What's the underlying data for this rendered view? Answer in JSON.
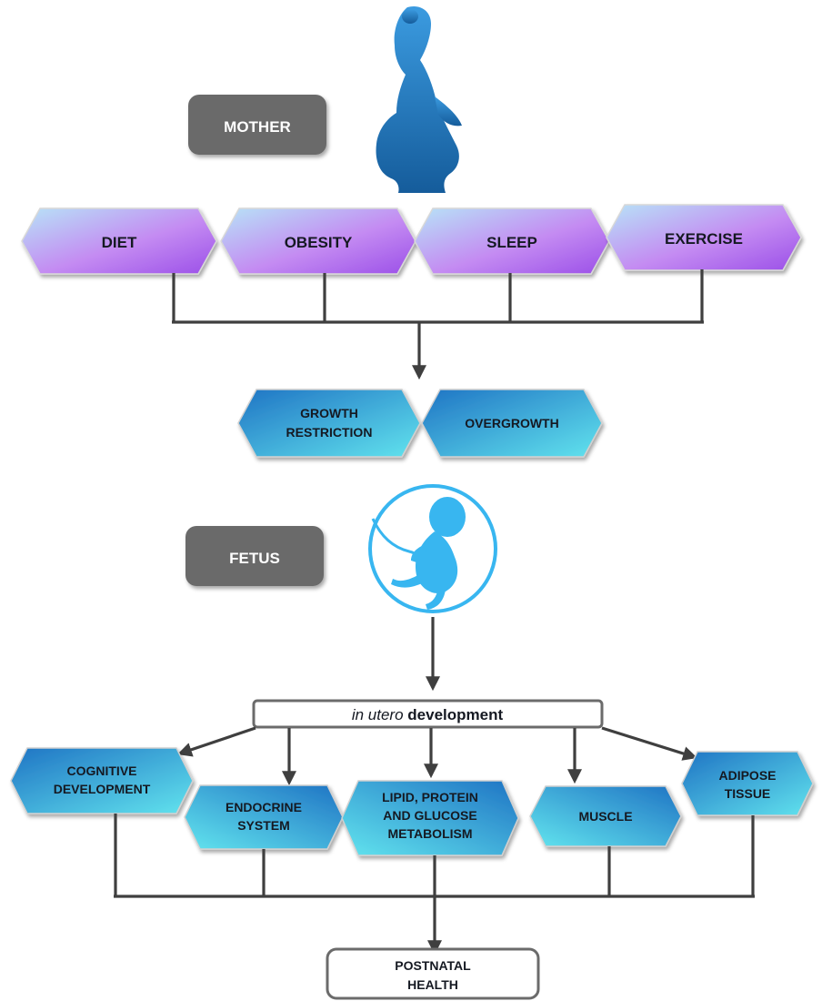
{
  "mother": {
    "label": "MOTHER",
    "icon": "pregnant-woman-icon"
  },
  "maternal_factors": [
    {
      "label": "DIET"
    },
    {
      "label": "OBESITY"
    },
    {
      "label": "SLEEP"
    },
    {
      "label": "EXERCISE"
    }
  ],
  "growth_outcomes": [
    {
      "lines": [
        "GROWTH",
        "RESTRICTION"
      ]
    },
    {
      "lines": [
        "OVERGROWTH"
      ]
    }
  ],
  "fetus": {
    "label": "FETUS",
    "icon": "fetus-icon"
  },
  "development": {
    "italic": "in utero",
    "rest": " development"
  },
  "systems": [
    {
      "lines": [
        "COGNITIVE",
        "DEVELOPMENT"
      ]
    },
    {
      "lines": [
        "ENDOCRINE",
        "SYSTEM"
      ]
    },
    {
      "lines": [
        "LIPID, PROTEIN",
        "AND GLUCOSE",
        "METABOLISM"
      ]
    },
    {
      "lines": [
        "MUSCLE"
      ]
    },
    {
      "lines": [
        "ADIPOSE",
        "TISSUE"
      ]
    }
  ],
  "outcome": {
    "lines": [
      "POSTNATAL",
      "HEALTH"
    ]
  },
  "colors": {
    "grey_box": "#6b6b6b",
    "purple_start": "#a9d6f2",
    "purple_end": "#b25cf0",
    "blue_start": "#2b8fd6",
    "blue_end": "#5fe8ec",
    "mother_silhouette": "#1e6fae",
    "fetus_icon": "#38b6f0"
  }
}
